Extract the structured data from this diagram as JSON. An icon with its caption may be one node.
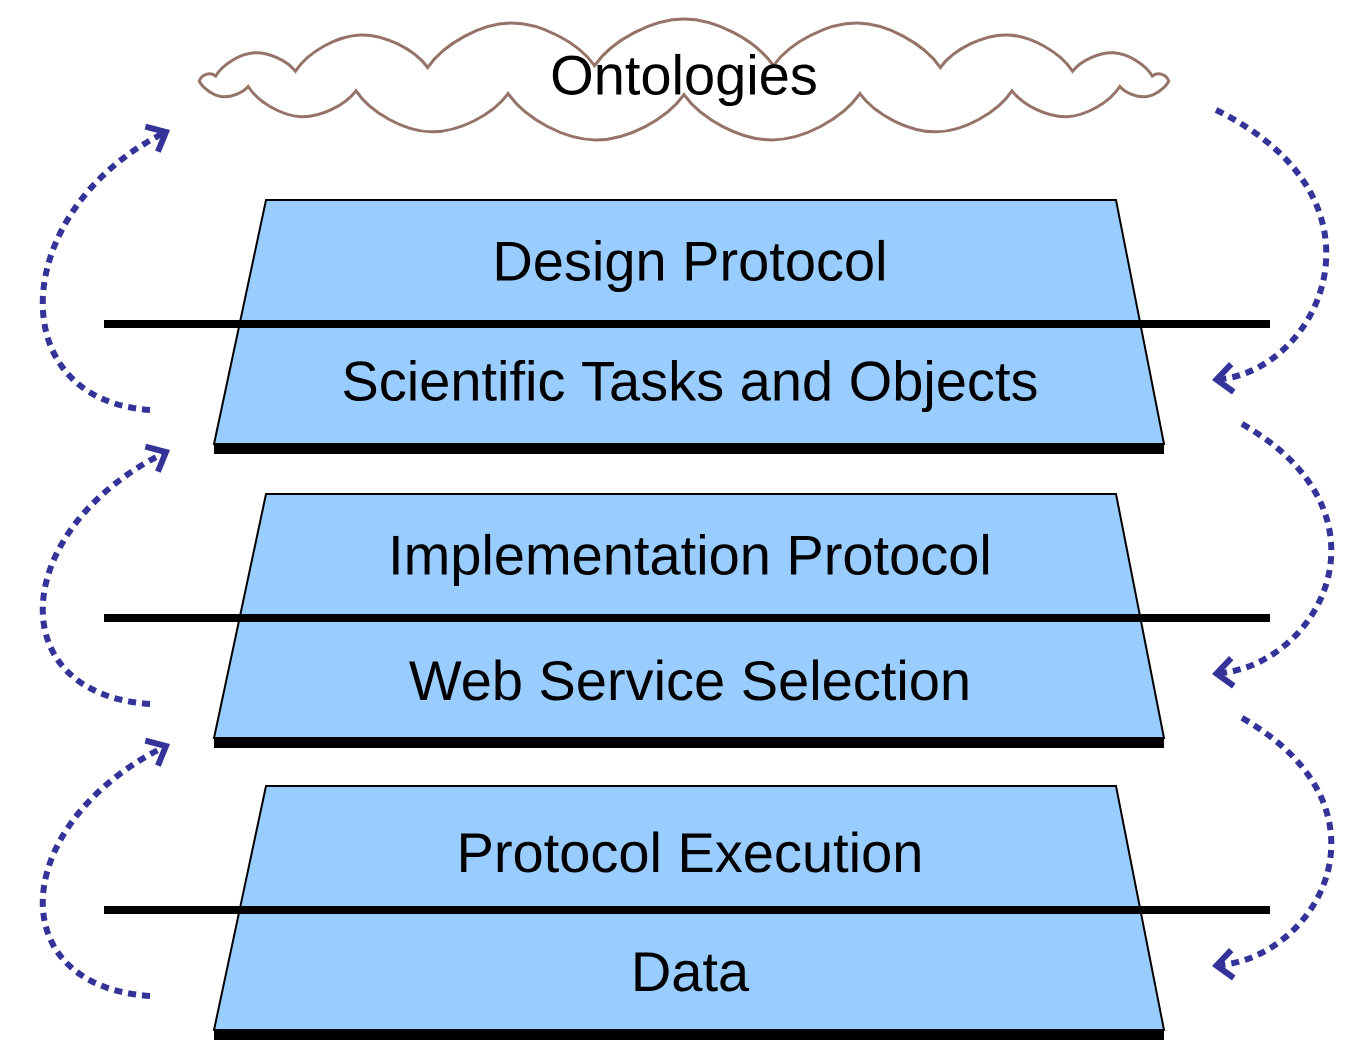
{
  "diagram": {
    "nodes": [
      {
        "text": [
          "Ontologies"
        ]
      },
      {
        "text": [
          "Design Protocol",
          "Scientific Tasks and Objects"
        ]
      },
      {
        "text": [
          "Implementation Protocol",
          "Web Service Selection"
        ]
      },
      {
        "text": [
          "Protocol Execution",
          "Data"
        ]
      }
    ],
    "edges": [
      {
        "from": 1,
        "to": 0,
        "arrow": "to",
        "style": "dashed"
      },
      {
        "from": 2,
        "to": 1,
        "arrow": "to",
        "style": "dashed"
      },
      {
        "from": 3,
        "to": 2,
        "arrow": "to",
        "style": "dashed"
      },
      {
        "from": 0,
        "to": 1,
        "arrow": "to",
        "style": "dashed"
      },
      {
        "from": 1,
        "to": 2,
        "arrow": "to",
        "style": "dashed"
      },
      {
        "from": 2,
        "to": 3,
        "arrow": "to",
        "style": "dashed"
      }
    ]
  }
}
